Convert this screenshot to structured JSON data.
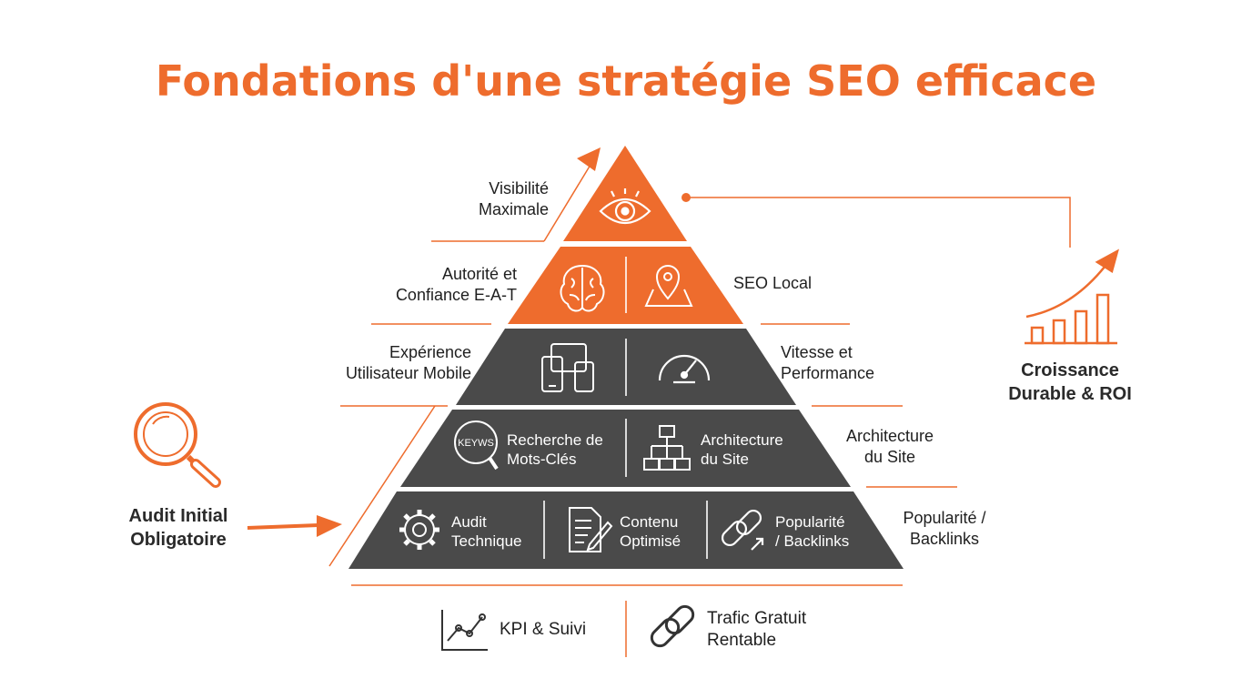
{
  "title": "Fondations d'une stratégie SEO efficace",
  "pyramid": {
    "level1": {
      "label": "Visibilité\nMaximale",
      "icon": "eye-icon"
    },
    "level2": {
      "left_label": "Autorité et\nConfiance E-A-T",
      "right_label": "SEO Local",
      "icons": [
        "brain-icon",
        "map-pin-icon"
      ]
    },
    "level3": {
      "left_label": "Expérience\nUtilisateur Mobile",
      "right_label": "Vitesse et\nPerformance",
      "icons": [
        "devices-icon",
        "speedometer-icon"
      ]
    },
    "level4": {
      "right_label": "Architecture\ndu Site",
      "cells": [
        {
          "text": "Recherche de\nMots-Clés",
          "icon": "keywords-magnifier-icon",
          "icon_text": "KEYWS"
        },
        {
          "text": "Architecture\ndu Site",
          "icon": "sitemap-icon"
        }
      ]
    },
    "level5": {
      "right_label": "Popularité /\nBacklinks",
      "cells": [
        {
          "text": "Audit\nTechnique",
          "icon": "gear-icon"
        },
        {
          "text": "Contenu\nOptimisé",
          "icon": "document-pen-icon"
        },
        {
          "text": "Popularité\n/ Backlinks",
          "icon": "chain-link-icon"
        }
      ]
    }
  },
  "left_callout": {
    "label": "Audit Initial\nObligatoire",
    "icon": "magnifier-icon"
  },
  "right_callout": {
    "label": "Croissance\nDurable & ROI",
    "icon": "growth-chart-icon"
  },
  "bottom": [
    {
      "label": "KPI & Suivi",
      "icon": "line-chart-icon"
    },
    {
      "label": "Trafic Gratuit\nRentable",
      "icon": "link-icon"
    }
  ],
  "colors": {
    "orange": "#ee6c2d",
    "dark": "#4a4a4a",
    "text": "#1f1f1f"
  }
}
